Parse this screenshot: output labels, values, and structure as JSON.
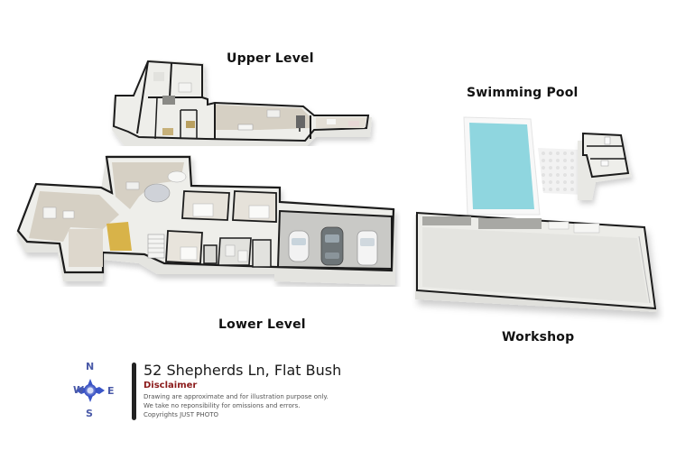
{
  "labels": {
    "upper_level": "Upper Level",
    "lower_level": "Lower Level",
    "swimming_pool": "Swimming Pool",
    "workshop": "Workshop"
  },
  "title_block": {
    "address": "52 Shepherds Ln, Flat Bush",
    "disclaimer_heading": "Disclaimer",
    "disclaimer_lines": [
      "Drawing are approximate and  for illustration purpose only.",
      "We take no reponsibility for omissions and errors.",
      "Copyrights JUST PHOTO"
    ]
  },
  "compass": {
    "n": "N",
    "e": "E",
    "s": "S",
    "w": "W"
  },
  "colors": {
    "wall": "#1e1e1e",
    "floor": "#d8d2c6",
    "wall_face": "#efefec",
    "pool": "#8fd6df",
    "compass_blue": "#3a55c8",
    "disclaimer_red": "#8b1a1a"
  }
}
